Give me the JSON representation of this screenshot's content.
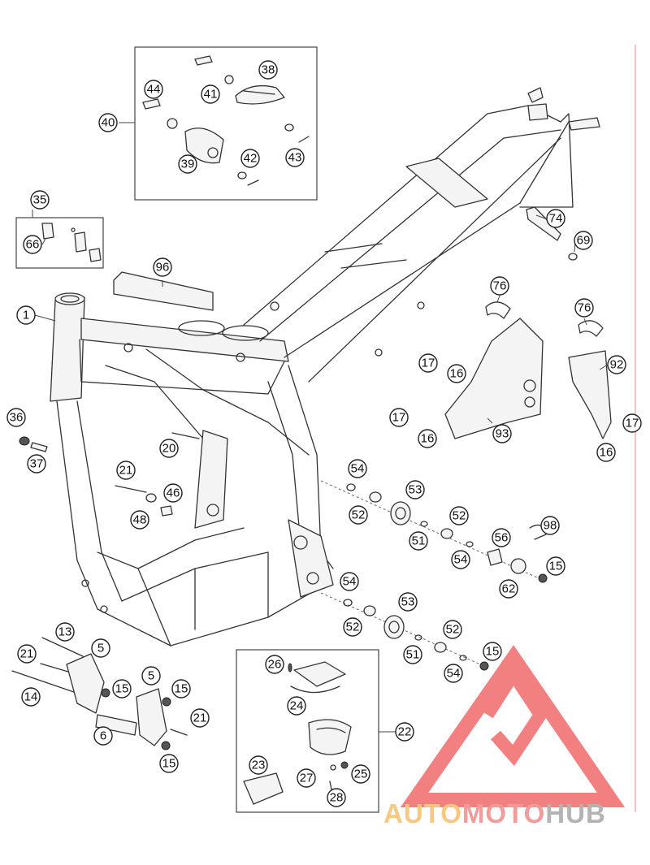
{
  "callouts": [
    {
      "id": "c1",
      "label": "1"
    },
    {
      "id": "c5a",
      "label": "5"
    },
    {
      "id": "c5b",
      "label": "5"
    },
    {
      "id": "c6",
      "label": "6"
    },
    {
      "id": "c13",
      "label": "13"
    },
    {
      "id": "c14",
      "label": "14"
    },
    {
      "id": "c15a",
      "label": "15"
    },
    {
      "id": "c15b",
      "label": "15"
    },
    {
      "id": "c15c",
      "label": "15"
    },
    {
      "id": "c15d",
      "label": "15"
    },
    {
      "id": "c15e",
      "label": "15"
    },
    {
      "id": "c16a",
      "label": "16"
    },
    {
      "id": "c16b",
      "label": "16"
    },
    {
      "id": "c16c",
      "label": "16"
    },
    {
      "id": "c17a",
      "label": "17"
    },
    {
      "id": "c17b",
      "label": "17"
    },
    {
      "id": "c17c",
      "label": "17"
    },
    {
      "id": "c20",
      "label": "20"
    },
    {
      "id": "c21a",
      "label": "21"
    },
    {
      "id": "c21b",
      "label": "21"
    },
    {
      "id": "c21c",
      "label": "21"
    },
    {
      "id": "c22",
      "label": "22"
    },
    {
      "id": "c23",
      "label": "23"
    },
    {
      "id": "c24",
      "label": "24"
    },
    {
      "id": "c25",
      "label": "25"
    },
    {
      "id": "c26",
      "label": "26"
    },
    {
      "id": "c27",
      "label": "27"
    },
    {
      "id": "c28",
      "label": "28"
    },
    {
      "id": "c35",
      "label": "35"
    },
    {
      "id": "c36",
      "label": "36"
    },
    {
      "id": "c37",
      "label": "37"
    },
    {
      "id": "c38",
      "label": "38"
    },
    {
      "id": "c39",
      "label": "39"
    },
    {
      "id": "c40",
      "label": "40"
    },
    {
      "id": "c41",
      "label": "41"
    },
    {
      "id": "c42",
      "label": "42"
    },
    {
      "id": "c43",
      "label": "43"
    },
    {
      "id": "c44",
      "label": "44"
    },
    {
      "id": "c46",
      "label": "46"
    },
    {
      "id": "c48",
      "label": "48"
    },
    {
      "id": "c51a",
      "label": "51"
    },
    {
      "id": "c51b",
      "label": "51"
    },
    {
      "id": "c52a",
      "label": "52"
    },
    {
      "id": "c52b",
      "label": "52"
    },
    {
      "id": "c52c",
      "label": "52"
    },
    {
      "id": "c52d",
      "label": "52"
    },
    {
      "id": "c53a",
      "label": "53"
    },
    {
      "id": "c53b",
      "label": "53"
    },
    {
      "id": "c54a",
      "label": "54"
    },
    {
      "id": "c54b",
      "label": "54"
    },
    {
      "id": "c54c",
      "label": "54"
    },
    {
      "id": "c54d",
      "label": "54"
    },
    {
      "id": "c56",
      "label": "56"
    },
    {
      "id": "c62",
      "label": "62"
    },
    {
      "id": "c66",
      "label": "66"
    },
    {
      "id": "c69",
      "label": "69"
    },
    {
      "id": "c74",
      "label": "74"
    },
    {
      "id": "c76a",
      "label": "76"
    },
    {
      "id": "c76b",
      "label": "76"
    },
    {
      "id": "c92",
      "label": "92"
    },
    {
      "id": "c93",
      "label": "93"
    },
    {
      "id": "c96",
      "label": "96"
    },
    {
      "id": "c98",
      "label": "98"
    }
  ],
  "watermark": {
    "word_a": "AUTO",
    "word_b": "MOTO",
    "word_c": "HUB",
    "colors": {
      "auto": "#f6c06a",
      "moto": "#ef8a8a",
      "hub": "#a6a6a6",
      "triangle": "#f06b6b"
    }
  }
}
